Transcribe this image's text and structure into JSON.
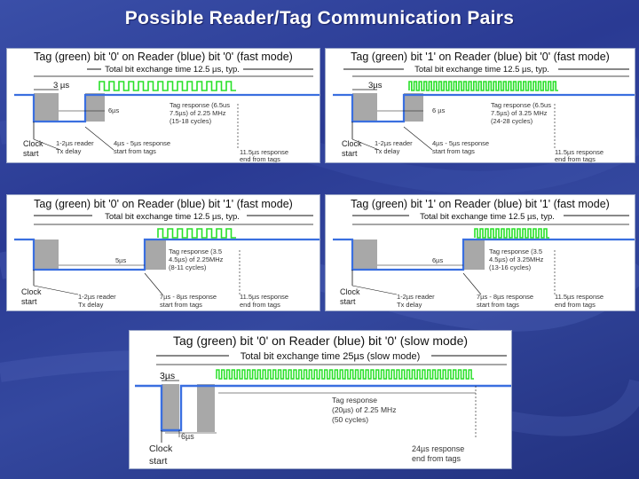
{
  "title": "Possible Reader/Tag Communication Pairs",
  "colors": {
    "reader": "#3a6fe0",
    "tag": "#28e028",
    "shade": "#a8a8a8",
    "arrow": "#111111"
  },
  "panels": [
    {
      "heading": "Tag (green) bit '0' on Reader (blue) bit '0' (fast mode)",
      "subheading": "Total bit exchange time 12.5 µs, typ.",
      "delay_label": "3 µs",
      "gap_label": "6µs",
      "response": [
        "Tag response (6.5us",
        "7.5µs) of 2.25 MHz",
        "(15-18 cycles)"
      ],
      "clock": [
        "Clock",
        "start"
      ],
      "reader_delay": [
        "1-2µs reader",
        "Tx delay"
      ],
      "response_start": [
        "4µs - 5µs response",
        "start from tags"
      ],
      "response_end": [
        "11.5µs response",
        "end from tags"
      ]
    },
    {
      "heading": "Tag (green) bit '1' on Reader (blue) bit '0' (fast mode)",
      "subheading": "Total bit exchange time 12.5 µs, typ.",
      "delay_label": "3µs",
      "gap_label": "6 µs",
      "response": [
        "Tag response (6.5us",
        "7.5µs) of 3.25 MHz",
        "(24-28 cycles)"
      ],
      "clock": [
        "Clock",
        "start"
      ],
      "reader_delay": [
        "1-2µs reader",
        "Tx delay"
      ],
      "response_start": [
        "4µs - 5µs response",
        "start from tags"
      ],
      "response_end": [
        "11.5µs response",
        "end from tags"
      ]
    },
    {
      "heading": "Tag (green) bit '0' on Reader (blue) bit '1' (fast mode)",
      "subheading": "Total bit exchange time 12.5 µs, typ.",
      "gap_label": "5µs",
      "response": [
        "Tag response (3.5",
        "4.5µs) of 2.25MHz",
        "(8-11 cycles)"
      ],
      "clock": [
        "Clock",
        "start"
      ],
      "reader_delay": [
        "1-2µs reader",
        "Tx delay"
      ],
      "response_start": [
        "7µs - 8µs response",
        "start from tags"
      ],
      "response_end": [
        "11.5µs response",
        "end from tags"
      ]
    },
    {
      "heading": "Tag (green) bit '1' on Reader (blue) bit '1' (fast mode)",
      "subheading": "Total bit exchange time 12.5 µs, typ.",
      "gap_label": "6µs",
      "response": [
        "Tag response (3.5",
        "4.5µs) of 3.25MHz",
        "(13-16 cycles)"
      ],
      "clock": [
        "Clock",
        "start"
      ],
      "reader_delay": [
        "1-2µs reader",
        "Tx delay"
      ],
      "response_start": [
        "7µs - 8µs response",
        "start from tags"
      ],
      "response_end": [
        "11.5µs response",
        "end from tags"
      ]
    },
    {
      "heading": "Tag (green) bit '0' on Reader (blue) bit '0' (slow mode)",
      "subheading": "Total bit exchange time 25µs (slow mode)",
      "delay_label": "3µs",
      "gap_label": "6µs",
      "response": [
        "Tag response",
        "(20µs) of 2.25 MHz",
        "(50 cycles)"
      ],
      "clock": [
        "Clock",
        "start"
      ],
      "response_end": [
        "24µs response",
        "end from tags"
      ]
    }
  ]
}
